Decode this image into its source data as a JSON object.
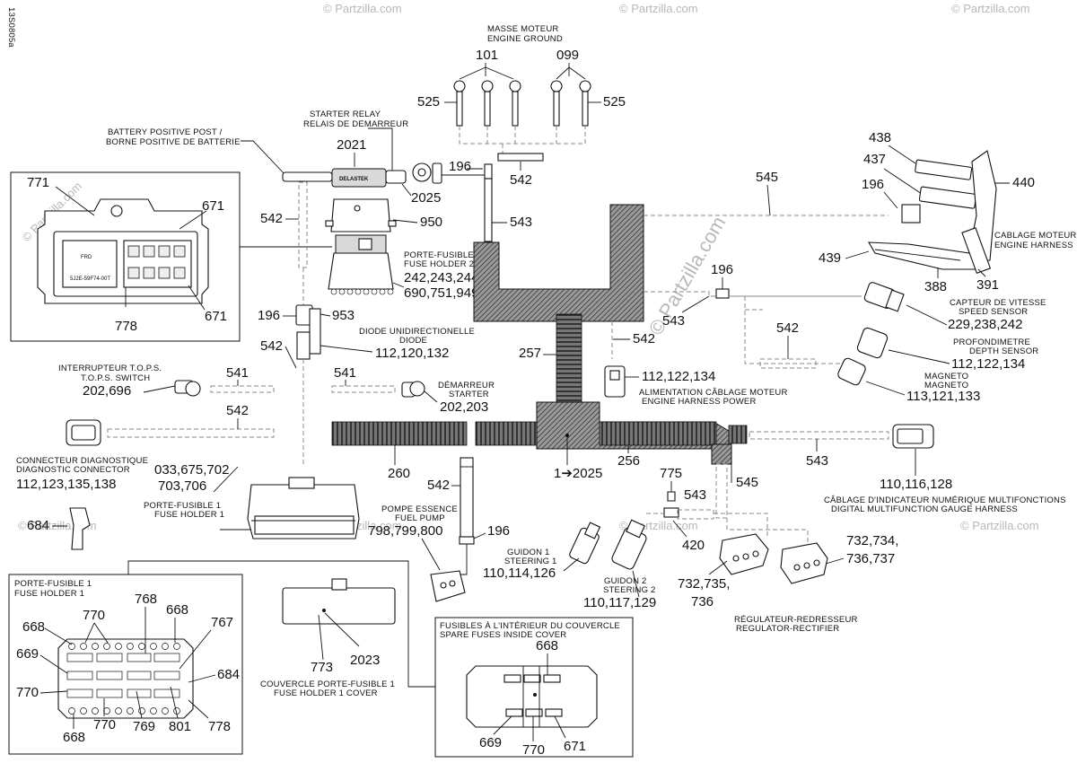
{
  "doc_code": "13S0805a",
  "watermark": {
    "main": "© Partzilla.com",
    "repeat": "© Partzilla.com"
  },
  "captions": {
    "engine_ground": [
      "MASSE MOTEUR",
      "ENGINE GROUND"
    ],
    "starter_relay": [
      "STARTER RELAY",
      "RELAIS DE DEMARREUR"
    ],
    "battery_post": [
      "BATTERY POSITIVE POST /",
      "BORNE POSITIVE DE BATTERIE"
    ],
    "fuse_holder_2": [
      "PORTE-FUSIBLE 2",
      "FUSE HOLDER 2"
    ],
    "diode": [
      "DIODE UNIDIRECTIONELLE",
      "DIODE"
    ],
    "tops": [
      "INTERRUPTEUR T.O.P.S.",
      "T.O.P.S. SWITCH"
    ],
    "starter": [
      "DÉMARREUR",
      "STARTER"
    ],
    "diag": [
      "CONNECTEUR DIAGNOSTIQUE",
      "DIAGNOSTIC CONNECTOR"
    ],
    "fuse_holder_1": [
      "PORTE-FUSIBLE 1",
      "FUSE HOLDER 1"
    ],
    "fuel_pump": [
      "POMPE ESSENCE",
      "FUEL PUMP"
    ],
    "engine_harness": [
      "CABLAGE MOTEUR",
      "ENGINE HARNESS"
    ],
    "speed_sensor": [
      "CAPTEUR DE VITESSE",
      "SPEED SENSOR"
    ],
    "depth_sensor": [
      "PROFONDIMETRE",
      "DEPTH SENSOR"
    ],
    "magneto": [
      "MAGNETO",
      "MAGNETO"
    ],
    "harness_power": [
      "ALIMENTATION CÂBLAGE MOTEUR",
      "ENGINE HARNESS POWER"
    ],
    "gauge_harness": [
      "CÂBLAGE D'INDICATEUR NUMÉRIQUE MULTIFONCTIONS",
      "DIGITAL MULTIFUNCTION GAUGE HARNESS"
    ],
    "steering_1": [
      "GUIDON 1",
      "STEERING 1"
    ],
    "steering_2": [
      "GUIDON 2",
      "STEERING 2"
    ],
    "regulator": [
      "RÉGULATEUR-REDRESSEUR",
      "REGULATOR-RECTIFIER"
    ],
    "cover": [
      "COUVERCLE PORTE-FUSIBLE 1",
      "FUSE HOLDER 1 COVER"
    ],
    "fh1_inset": [
      "PORTE-FUSIBLE 1",
      "FUSE HOLDER 1"
    ],
    "spare_fuses": [
      "FUSIBLES À L'INTÉRIEUR DU COUVERCLE",
      "SPARE FUSES INSIDE COVER"
    ]
  },
  "labels": {
    "p101": "101",
    "p099": "099",
    "p525a": "525",
    "p525b": "525",
    "p542_top": "542",
    "p2021": "2021",
    "p196_top": "196",
    "p2025": "2025",
    "p950": "950",
    "p543_top": "543",
    "p542_left": "542",
    "p_fh2": "242,243,244,",
    "p_fh2b": "690,751,949",
    "p953": "953",
    "p196_diode": "196",
    "p542_diode": "542",
    "p_diode": "112,120,132",
    "p541a": "541",
    "p541b": "541",
    "p_tops": "202,696",
    "p_starter": "202,203",
    "p542_mid": "542",
    "p_diag": "112,123,135,138",
    "p_fh1a": "033,675,702",
    "p_fh1b": "703,706",
    "p684": "684",
    "p260": "260",
    "p542_pump": "542",
    "p196_pump": "196",
    "p_pump": "798,799,800",
    "p257": "257",
    "p542_power": "542",
    "p_power": "112,122,134",
    "p1to": "1➔2025",
    "p256": "256",
    "p775": "775",
    "p543_mid": "543",
    "p545_mid": "545",
    "p543_right": "543",
    "p_gauge": "110,116,128",
    "p420": "420",
    "p_steer1": "110,114,126",
    "p_steer2": "110,117,129",
    "p_reg1": "732,735,",
    "p_reg2": "736",
    "p_reg3": "732,734,",
    "p_reg4": "736,737",
    "p438": "438",
    "p437": "437",
    "p440": "440",
    "p196_eng": "196",
    "p545_eng": "545",
    "p439": "439",
    "p388": "388",
    "p391": "391",
    "p196_r": "196",
    "p_speed": "229,238,242",
    "p542_r": "542",
    "p_depth": "112,122,134",
    "p_mag": "113,121,133",
    "p771": "771",
    "p671a": "671",
    "p778a": "778",
    "p671b": "671",
    "p773": "773",
    "p2023": "2023",
    "i668a": "668",
    "i770a": "770",
    "i768": "768",
    "i668b": "668",
    "i767": "767",
    "i669": "669",
    "i684": "684",
    "i770b": "770",
    "i668c": "668",
    "i770c": "770",
    "i769": "769",
    "i801": "801",
    "i778": "778",
    "s668": "668",
    "s669": "669",
    "s770": "770",
    "s671": "671"
  },
  "relay_brand": "DELASTEK"
}
